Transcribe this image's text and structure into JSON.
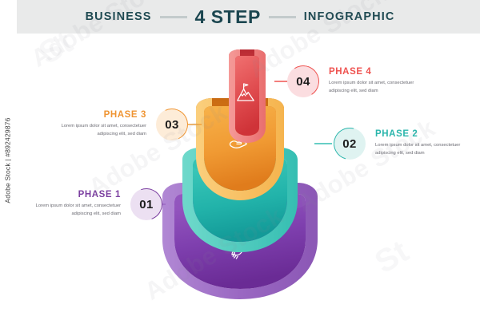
{
  "header": {
    "left_word": "BUSINESS",
    "main_title": "4 STEP",
    "right_word": "INFOGRAPHIC",
    "band_color": "#e9eaea",
    "text_color": "#1b4650",
    "rule_color": "#c3cbcc"
  },
  "phases": [
    {
      "number": "01",
      "title": "PHASE 1",
      "body": "Lorem ipsum dolor sit amet, consectetuer adipiscing elit, sed diam",
      "accent": "#7b3fa0",
      "circle_fill": "#ece0f2",
      "side": "left",
      "icon": "rocket-icon",
      "layer_color_top": "#8e4fb8",
      "layer_color_bottom": "#6d2f94"
    },
    {
      "number": "02",
      "title": "PHASE 2",
      "body": "Lorem ipsum dolor sit amet, consectetuer adipiscing elit, sed diam",
      "accent": "#2bb6ac",
      "circle_fill": "#dff3f1",
      "side": "right",
      "icon": "lightbulb-icon",
      "layer_color_top": "#35c4b4",
      "layer_color_bottom": "#17a79f"
    },
    {
      "number": "03",
      "title": "PHASE 3",
      "body": "Lorem ipsum dolor sit amet, consectetuer adipiscing elit, sed diam",
      "accent": "#ef9432",
      "circle_fill": "#fdecd8",
      "side": "left",
      "icon": "hand-gear-icon",
      "layer_color_top": "#f5a93c",
      "layer_color_bottom": "#e8821f"
    },
    {
      "number": "04",
      "title": "PHASE 4",
      "body": "Lorem ipsum dolor sit amet, consectetuer adipiscing elit, sed diam",
      "accent": "#ef5350",
      "circle_fill": "#fbdde0",
      "side": "right",
      "icon": "mountain-flag-icon",
      "layer_color_top": "#ef6a67",
      "layer_color_bottom": "#d83c3f"
    }
  ],
  "watermark": {
    "vertical": "Adobe Stock | #892429876",
    "diagonal": "Adobe Stock",
    "logo": "St"
  }
}
